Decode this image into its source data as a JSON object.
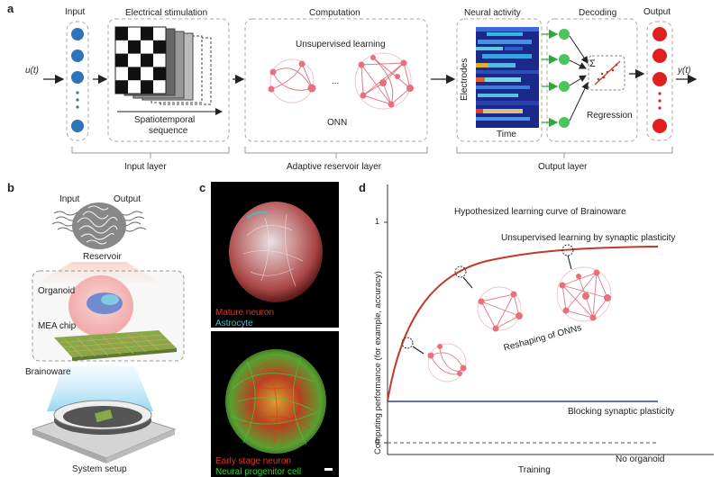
{
  "panel_a": {
    "letter": "a",
    "input_title": "Input",
    "input_signal": "u(t)",
    "stim_title": "Electrical stimulation",
    "stim_caption_1": "Spatiotemporal",
    "stim_caption_2": "sequence",
    "comp_title": "Computation",
    "comp_subtitle": "Unsupervised learning",
    "ellipsis": "...",
    "onn": "ONN",
    "activity_title": "Neural activity",
    "electrodes": "Electrodes",
    "time": "Time",
    "decoding_title": "Decoding",
    "sigma": "Σ",
    "regression": "Regression",
    "output_title": "Output",
    "output_signal": "y(t)",
    "layer_input": "Input layer",
    "layer_reservoir": "Adaptive reservoir layer",
    "layer_output": "Output layer"
  },
  "panel_b": {
    "letter": "b",
    "input": "Input",
    "output": "Output",
    "reservoir": "Reservoir",
    "organoid": "Organoid",
    "mea": "MEA chip",
    "brainoware": "Brainoware",
    "system": "System setup"
  },
  "panel_c": {
    "letter": "c",
    "top_line1": "Mature neuron",
    "top_line2": "Astrocyte",
    "bottom_line1": "Early stage neuron",
    "bottom_line2": "Neural progenitor cell",
    "colors": {
      "mature": "#e0302a",
      "astro": "#36c3d6",
      "early": "#e0302a",
      "progenitor": "#2fd13a"
    }
  },
  "panel_d": {
    "letter": "d",
    "title": "Hypothesized learning curve of Brainoware",
    "y_label": "Computing performance (for example, accuracy)",
    "x_label": "Training",
    "tick_1": "1",
    "tick_0": "0",
    "curve_unsupervised": "Unsupervised learning by synaptic plasticity",
    "curve_blocking": "Blocking synaptic plasticity",
    "curve_none": "No organoid",
    "annotation": "Reshaping of ONNs",
    "colors": {
      "unsupervised": "#c0392b",
      "blocking": "#2c3e9a",
      "none": "#555555"
    }
  }
}
